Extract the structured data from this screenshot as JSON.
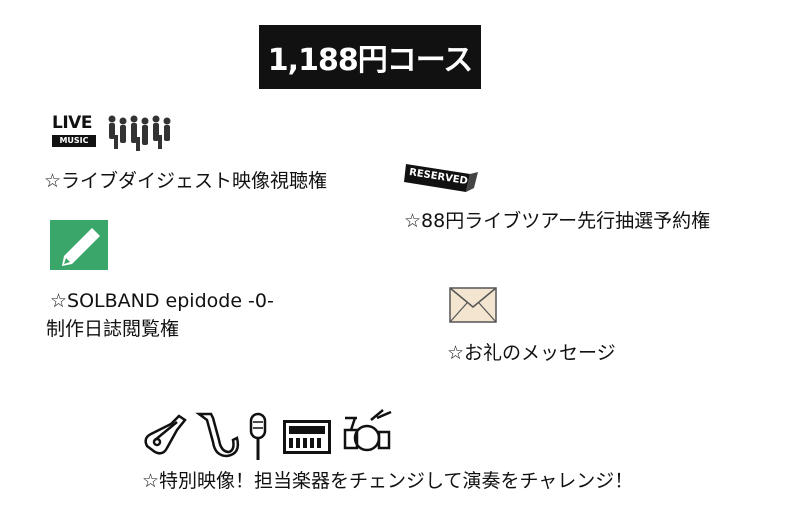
{
  "course": {
    "title": "1,188円コース"
  },
  "benefits": {
    "live_digest": {
      "logo_text_live": "LIVE",
      "logo_text_music": "MUSIC",
      "label": "☆ライブダイジェスト映像視聴権"
    },
    "tour_reservation": {
      "ticket_text": "RESERVED",
      "label": "☆88円ライブツアー先行抽選予約権"
    },
    "diary": {
      "label_line1": "☆SOLBAND epidode -0-",
      "label_line2": "制作日誌閲覧権"
    },
    "message": {
      "label": "☆お礼のメッセージ"
    },
    "special_video": {
      "label": "☆特別映像！担当楽器をチェンジして演奏をチャレンジ！"
    }
  },
  "colors": {
    "title_bg": "#111111",
    "title_fg": "#ffffff",
    "pencil_green": "#3aa66a",
    "envelope_fill": "#f3e5cf"
  },
  "icons": [
    "live-music-logo-icon",
    "crowd-icon",
    "reserved-ticket-icon",
    "pencil-note-icon",
    "envelope-icon",
    "guitar-icon",
    "saxophone-icon",
    "microphone-icon",
    "keyboard-icon",
    "drum-kit-icon"
  ]
}
